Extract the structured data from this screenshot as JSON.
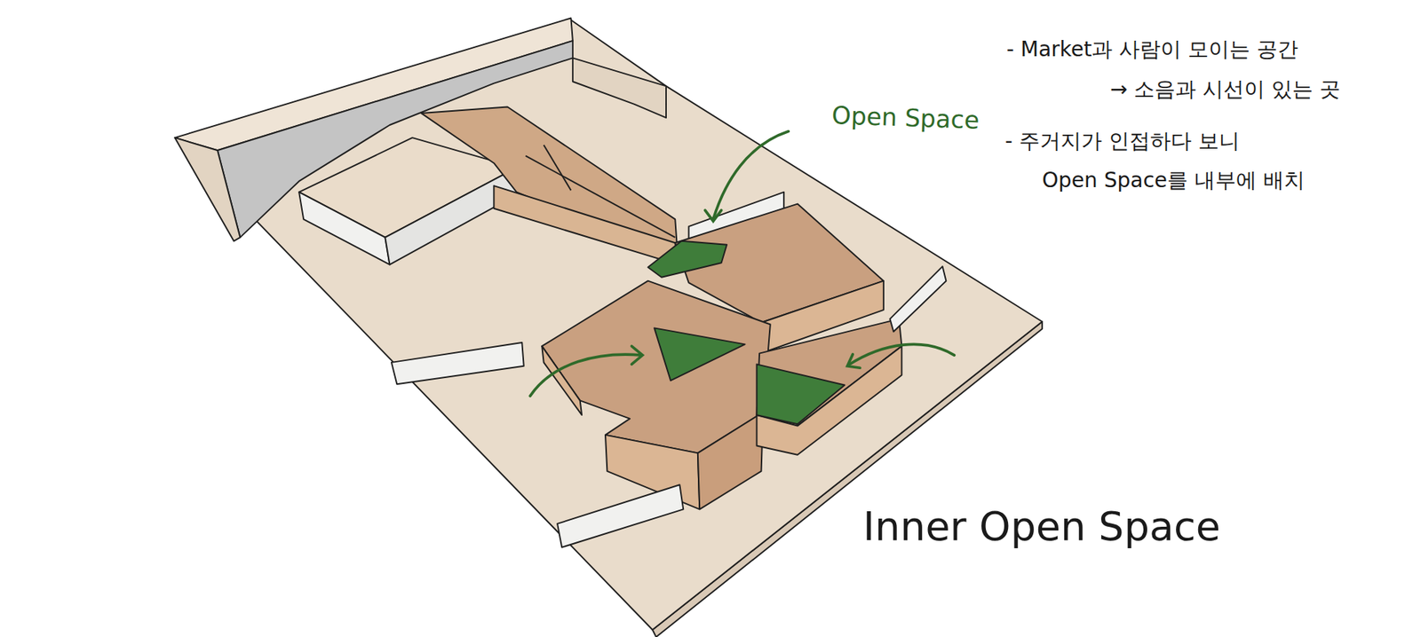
{
  "diagram": {
    "caption": "Inner Open Space",
    "labels": [
      "Open Space",
      "- Market과 사람이 모이는 공간",
      "→ 소음과 시선이 있는 곳",
      "- 주거지가 인접하다 보니 Open Space를 내부에 배치"
    ]
  }
}
